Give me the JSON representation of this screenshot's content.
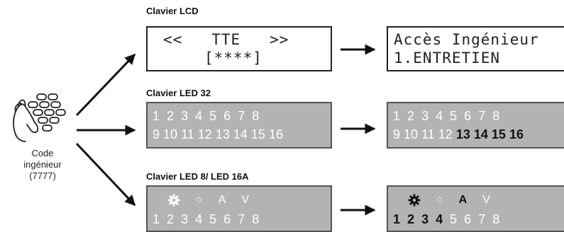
{
  "code": {
    "label_line1": "Code",
    "label_line2": "ingénieur",
    "label_line3": "(7777)",
    "icon": "hand-keypad-icon"
  },
  "lcd": {
    "title": "Clavier LCD",
    "panel1_line1": "<<   TTE   >>",
    "panel1_line2": "[****]",
    "panel2_line1": "Accès Ingénieur",
    "panel2_line2": "1.ENTRETIEN"
  },
  "led32": {
    "title": "Clavier LED 32",
    "row1": [
      "1",
      "2",
      "3",
      "4",
      "5",
      "6",
      "7",
      "8"
    ],
    "row2": [
      "9",
      "10",
      "11",
      "12",
      "13",
      "14",
      "15",
      "16"
    ],
    "after_lit_row2": [
      "13",
      "14",
      "15",
      "16"
    ]
  },
  "led8": {
    "title": "Clavier LED 8/ LED 16A",
    "symbols": [
      "gear-icon",
      "○",
      "A",
      "V"
    ],
    "row": [
      "1",
      "2",
      "3",
      "4",
      "5",
      "6",
      "7",
      "8"
    ],
    "after_lit_symbols": [
      "gear-icon",
      "A"
    ],
    "after_lit_row": [
      "1",
      "2",
      "3",
      "4"
    ]
  },
  "colors": {
    "led_background": "#b3b3b3",
    "led_off": "#ffffff",
    "led_on": "#111111"
  }
}
